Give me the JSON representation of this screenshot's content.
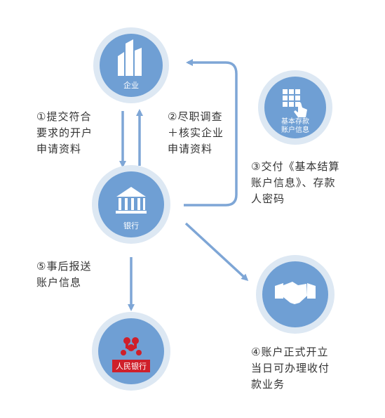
{
  "colors": {
    "ring_outer": "#dde8f3",
    "ring_inner": "#6f9fd4",
    "arrow": "#7ea6d6",
    "text": "#333333",
    "pbc_red": "#cf1f2a"
  },
  "nodes": {
    "company": {
      "label": "企业",
      "icon": "building-icon"
    },
    "bank": {
      "label": "银行",
      "icon": "bank-icon"
    },
    "pbc": {
      "label": "人民银行",
      "icon": "pbc-logo-icon"
    },
    "account_info": {
      "label_line1": "基本存款",
      "label_line2": "账户信息",
      "icon": "touch-keypad-icon"
    },
    "business": {
      "icon": "handshake-icon"
    }
  },
  "steps": {
    "s1": [
      "①提交符合",
      "要求的开户",
      "申请资料"
    ],
    "s2": [
      "②尽职调查",
      "＋核实企业",
      "申请资料"
    ],
    "s3": [
      "③交付《基本结算",
      "账户信息》、存款",
      "人密码"
    ],
    "s4": [
      "④账户正式开立",
      "当日可办理收付",
      "款业务"
    ],
    "s5": [
      "⑤事后报送",
      "账户信息"
    ]
  }
}
